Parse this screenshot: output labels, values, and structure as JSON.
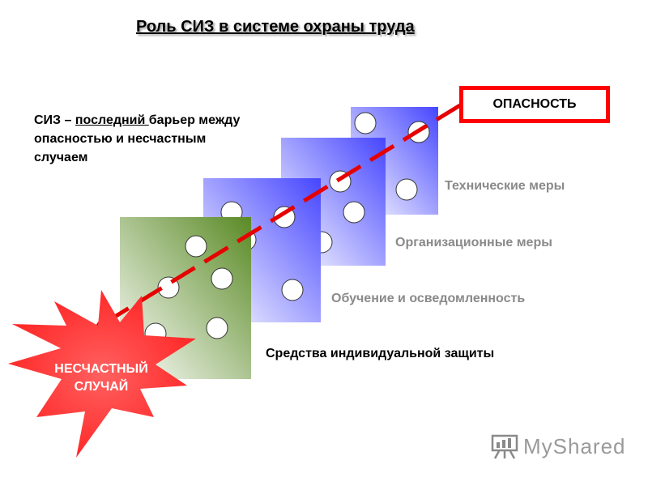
{
  "title": "Роль СИЗ в системе охраны труда",
  "intro": {
    "part1": "СИЗ – ",
    "underlined": "последний ",
    "part2": "барьер между опасностью и несчастным случаем"
  },
  "danger_label": "ОПАСНОСТЬ",
  "accident_label": "НЕСЧАСТНЫЙ СЛУЧАЙ",
  "layers": [
    {
      "label": "Технические меры"
    },
    {
      "label": "Организационные меры"
    },
    {
      "label": "Обучение и осведомленность"
    },
    {
      "label": "Средства индивидуальной защиты"
    }
  ],
  "watermark": "MyShared",
  "colors": {
    "arrow": "#e60000",
    "layer_blue": "#4d4dff",
    "layer_green": "#5b8c2a",
    "star": "#ff3b3b",
    "danger_border": "#ff0000"
  },
  "icons": [
    "presentation-board-icon"
  ]
}
